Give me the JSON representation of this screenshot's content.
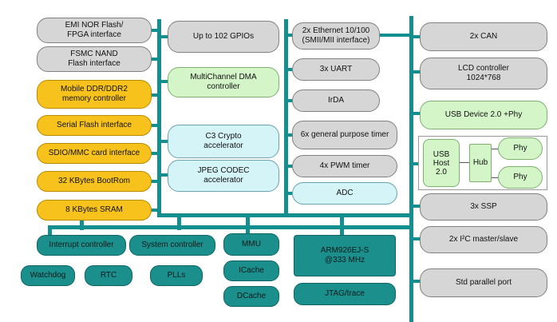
{
  "left_column": [
    {
      "id": "emi-nor",
      "label": "EMI NOR Flash/\nFPGA interface"
    },
    {
      "id": "fsmc-nand",
      "label": "FSMC NAND\nFlash interface"
    },
    {
      "id": "mobile-ddr",
      "label": "Mobile DDR/DDR2\nmemory controller"
    },
    {
      "id": "serial-flash",
      "label": "Serial Flash interface"
    },
    {
      "id": "sdio-mmc",
      "label": "SDIO/MMC card interface"
    },
    {
      "id": "bootrom",
      "label": "32 KBytes BootRom"
    },
    {
      "id": "sram",
      "label": "8 KBytes SRAM"
    }
  ],
  "center_left": {
    "gpio": "Up to 102 GPIOs",
    "dma": "MultiChannel DMA controller",
    "crypto": "C3 Crypto\naccelerator",
    "jpeg": "JPEG CODEC\naccelerator"
  },
  "center_right": {
    "ethernet": "2x Ethernet 10/100\n(SMII/MII interface)",
    "uart": "3x UART",
    "irda": "IrDA",
    "timer": "6x general purpose timer",
    "pwm": "4x PWM timer",
    "adc": "ADC"
  },
  "right_column": {
    "can": "2x  CAN",
    "lcd": "LCD controller\n1024*768",
    "usb_device": "USB Device 2.0  +Phy",
    "usb_host": "USB\nHost\n2.0",
    "hub": "Hub",
    "phy1": "Phy",
    "phy2": "Phy",
    "ssp": "3x SSP",
    "i2c": "2x I²C master/slave",
    "parallel": "Std parallel port"
  },
  "bottom": {
    "interrupt": "Interrupt controller",
    "system": "System controller",
    "watchdog": "Watchdog",
    "rtc": "RTC",
    "plls": "PLLs",
    "mmu": "MMU",
    "icache": "ICache",
    "dcache": "DCache",
    "cpu": "ARM926EJ-S\n@333 MHz",
    "jtag": "JTAG/trace"
  },
  "colors": {
    "bus": "#138f8f",
    "gray": "#d6d6d6",
    "orange": "#f6c21b",
    "green": "#d4f5c8",
    "cyan": "#d4f4f7",
    "teal": "#1b8f8c"
  }
}
